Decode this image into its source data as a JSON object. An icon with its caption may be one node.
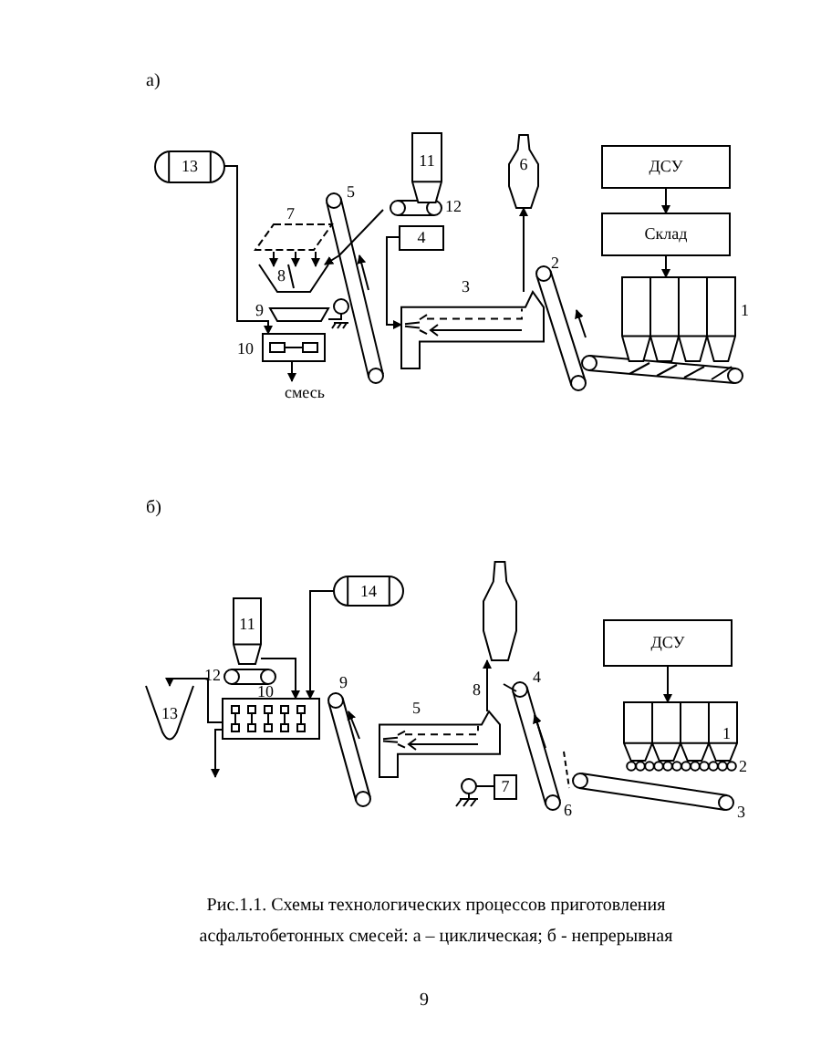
{
  "diagram": {
    "caption": "Рис.1.1. Схемы технологических процессов приготовления асфальтобетонных смесей: а – циклическая; б - непрерывная",
    "nodes": [
      {
        "text": [
          "13"
        ]
      },
      {
        "text": [
          "11"
        ]
      },
      {
        "text": [
          "4"
        ]
      },
      {
        "text": [
          "6"
        ]
      },
      {
        "text": [
          "ДСУ"
        ]
      },
      {
        "text": [
          "Склад"
        ]
      },
      {
        "text": [],
        "shape": "box"
      },
      {
        "text": [],
        "shape": "box"
      },
      {
        "text": [],
        "shape": "box"
      },
      {
        "text": [
          "смесь"
        ]
      },
      {
        "text": [
          "14"
        ]
      },
      {
        "text": [
          "11"
        ]
      },
      {
        "text": [],
        "shape": "cylinder"
      },
      {
        "text": [
          "ДСУ"
        ]
      },
      {
        "text": [],
        "shape": "box"
      },
      {
        "text": [],
        "shape": "box"
      },
      {
        "text": [],
        "shape": "box"
      },
      {
        "text": [
          "7"
        ]
      },
      {
        "text": [
          "13"
        ]
      }
    ],
    "edges": [
      {
        "from": 4,
        "to": 5,
        "arrow": "to"
      },
      {
        "from": 5,
        "to": 6,
        "arrow": "to"
      },
      {
        "from": 0,
        "to": 8,
        "arrow": "to"
      },
      {
        "from": 2,
        "to": 7,
        "arrow": "to"
      },
      {
        "from": 7,
        "to": 3,
        "arrow": "to"
      },
      {
        "from": 8,
        "to": 9,
        "arrow": "to"
      },
      {
        "from": 13,
        "to": 14,
        "arrow": "to"
      },
      {
        "from": 10,
        "to": 16,
        "arrow": "to"
      },
      {
        "from": 11,
        "to": 16,
        "arrow": "to"
      },
      {
        "from": 15,
        "to": 12,
        "arrow": "to"
      },
      {
        "from": 16,
        "to": 18,
        "arrow": "to"
      },
      {
        "from": 16,
        "to": null,
        "arrow": "to"
      }
    ],
    "labels": [
      "а)",
      "5",
      "12",
      "7",
      "8",
      "3",
      "2",
      "9",
      "1",
      "10",
      "б)",
      "12",
      "10",
      "9",
      "5",
      "8",
      "4",
      "1",
      "2",
      "6",
      "3",
      "9"
    ]
  }
}
